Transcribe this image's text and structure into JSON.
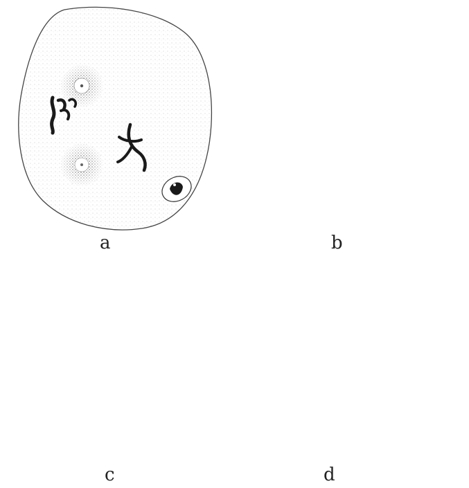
{
  "figure": {
    "panels": [
      {
        "id": "a",
        "label": "a"
      },
      {
        "id": "b",
        "label": "b"
      },
      {
        "id": "c",
        "label": "c"
      },
      {
        "id": "d",
        "label": "d"
      }
    ]
  },
  "colors": {
    "ink": "#1a1a1a",
    "stipple": "#555555",
    "outline": "#444444",
    "background": "#ffffff"
  }
}
